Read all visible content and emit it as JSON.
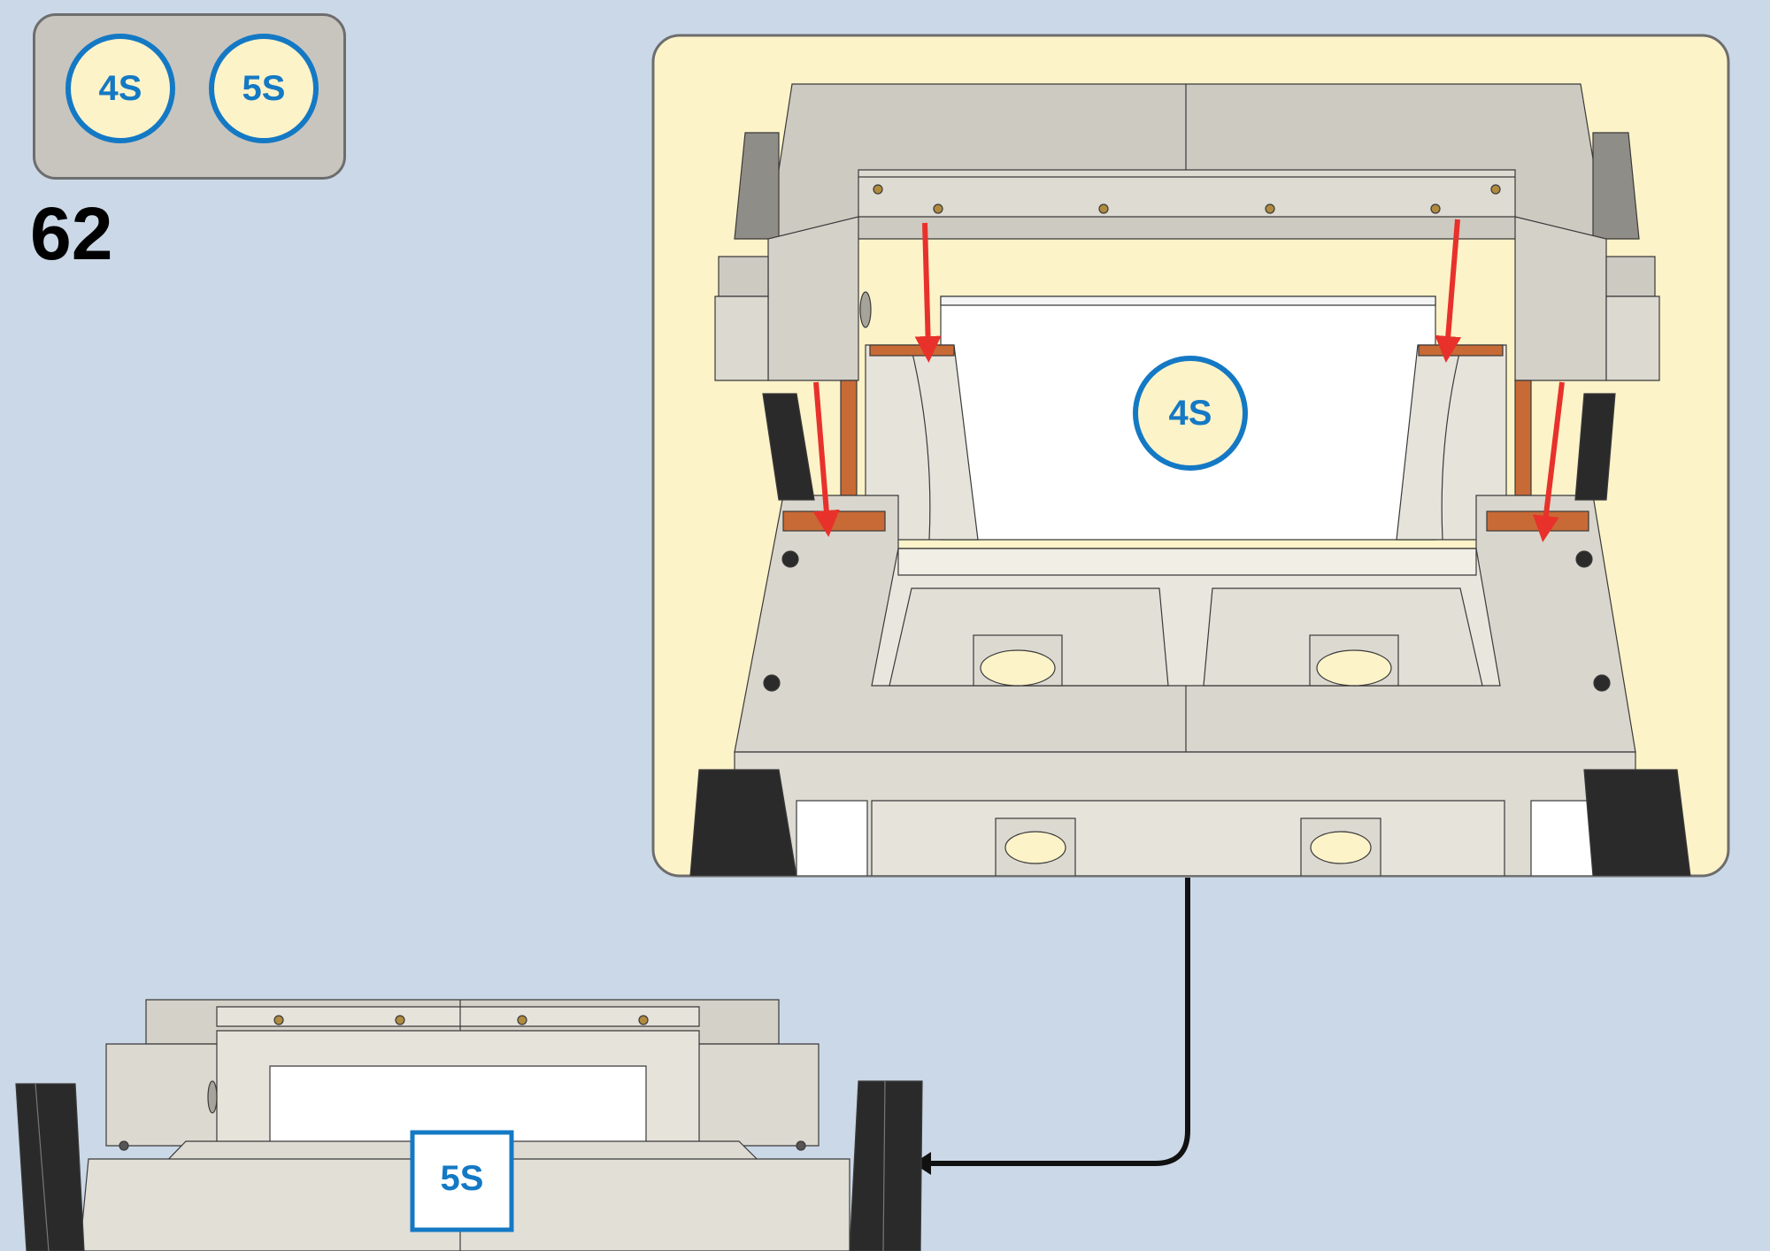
{
  "step": {
    "number": "62"
  },
  "parts": [
    {
      "label": "4S"
    },
    {
      "label": "5S"
    }
  ],
  "callout": {
    "part_label": "4S"
  },
  "main_view": {
    "part_label": "5S"
  },
  "colors": {
    "background": "#cbd8e7",
    "callout_background": "#fdf3c9",
    "accent_blue": "#1479c4",
    "arrow_red": "#e8312b",
    "slot_orange": "#c86a35",
    "part_grey": "#d9d6cd"
  }
}
